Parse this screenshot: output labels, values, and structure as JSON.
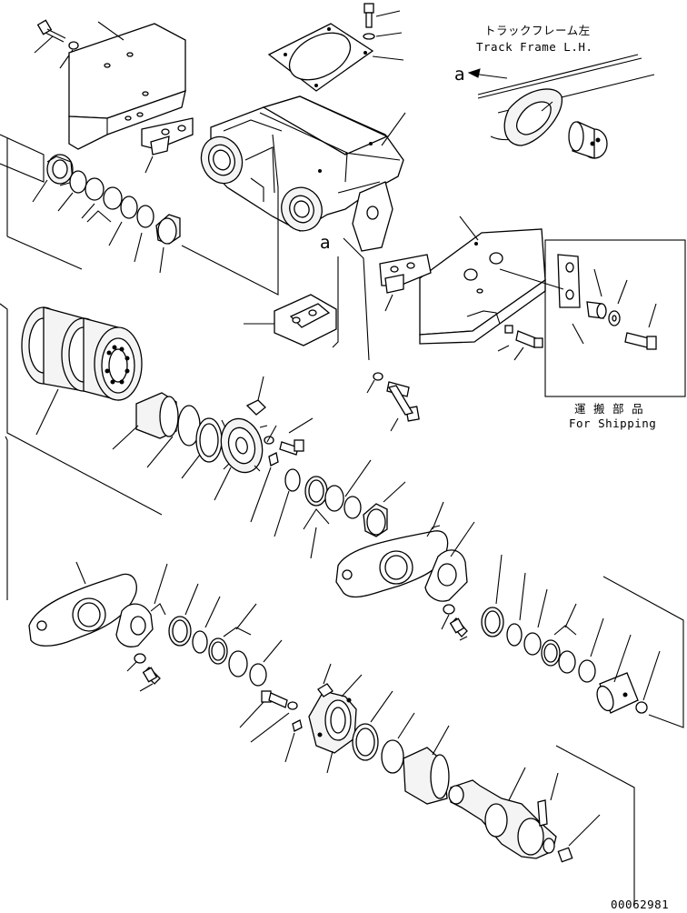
{
  "labels": {
    "track_frame_jp": "トラックフレーム左",
    "track_frame_en": "Track Frame L.H.",
    "shipping_jp": "運 搬 部 品",
    "shipping_en": "For Shipping",
    "view_a_upper": "a",
    "view_a_lower": "a",
    "drawing_number": "00062981"
  }
}
